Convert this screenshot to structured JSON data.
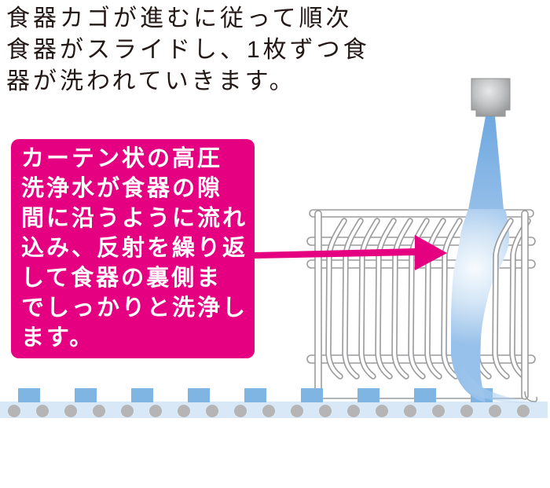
{
  "caption": {
    "text": "食器カゴが進むに従って順次\n食器がスライドし、1枚ずつ食\n器が洗われていきます。"
  },
  "callout": {
    "text": "カーテン状の高圧\n洗浄水が食器の隙\n間に沿うように流れ\n込み、反射を繰り返\nして食器の裏側ま\nでしっかりと洗浄し\nます。"
  },
  "diagram": {
    "dish_count": 12,
    "support_block_count": 9,
    "roller_count": 19,
    "rail_count": 4
  },
  "colors": {
    "callout_magenta": "#E50081",
    "arrow_magenta": "#E50081",
    "water_jet_blue": "#7CB2E4",
    "belt_blue": "#D9E8F6",
    "support_block_blue": "#7EB5E3",
    "roller_gray": "#B5B5B6",
    "frame_gray": "#9B9C9D",
    "text_dark": "#231815"
  }
}
